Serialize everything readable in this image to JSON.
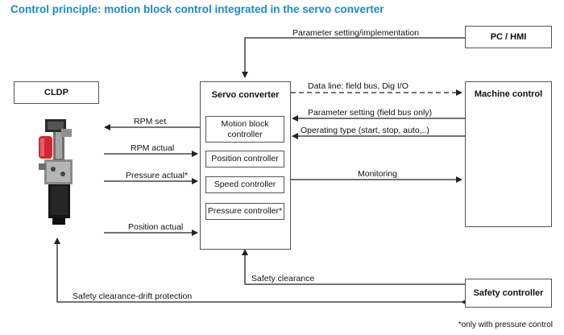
{
  "title": "Control principle: motion block control integrated in the servo converter",
  "boxes": {
    "pc_hmi": "PC / HMI",
    "cldp": "CLDP",
    "servo": "Servo converter",
    "machine": "Machine control",
    "safety": "Safety controller"
  },
  "servo_blocks": [
    "Motion block controller",
    "Position controller",
    "Speed controller",
    "Pressure controller*"
  ],
  "labels": {
    "param_impl": "Parameter setting/implementation",
    "data_line": "Data line: field bus, Dig I/O",
    "param_fieldbus": "Parameter setting (field bus only)",
    "operating_type": "Operating type (start, stop, auto,..)",
    "monitoring": "Monitoring",
    "rpm_set": "RPM set",
    "rpm_actual": "RPM actual",
    "pressure_actual": "Pressure actual*",
    "position_actual": "Position actual",
    "safety_clearance": "Safety clearance",
    "drift": "Safety clearance-drift protection"
  },
  "footnote": "*only with pressure control",
  "colors": {
    "title": "#1f8ac3",
    "line": "#222222",
    "actuator_red": "#d22630",
    "actuator_body": "#1a1a1a"
  }
}
